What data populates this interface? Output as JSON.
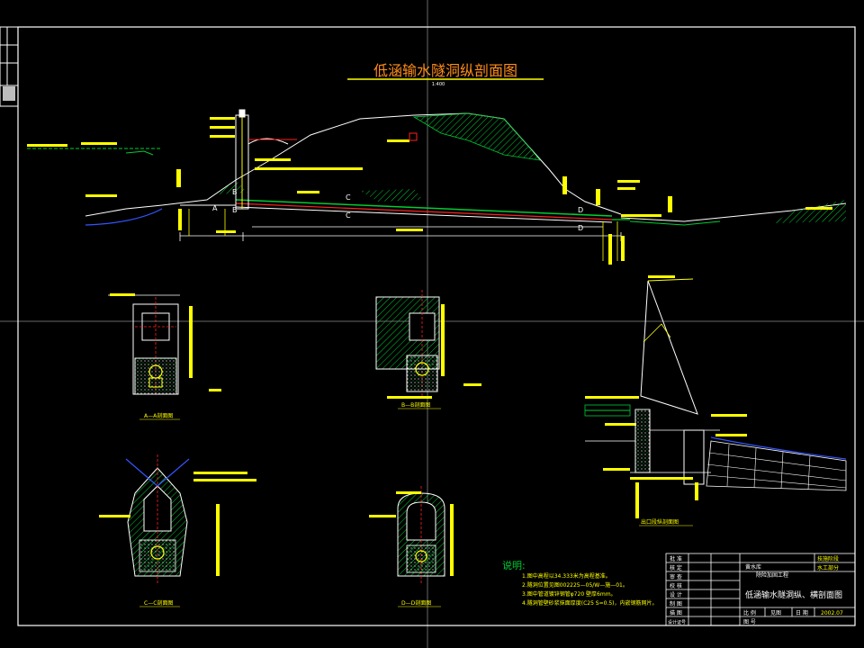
{
  "drawing": {
    "title": "低涵输水隧洞纵剖面图",
    "title_scale": "1:400",
    "colors": {
      "background": "#000000",
      "line": "#ffffff",
      "yellow": "#ffff00",
      "green": "#00cc33",
      "red": "#ff2020",
      "blue": "#3355ff",
      "cyan": "#00c8c8",
      "title": "#ff8c1a"
    }
  },
  "profile": {
    "labels": {
      "section_a": "A",
      "section_b": "B",
      "section_c": "C",
      "section_d": "D"
    }
  },
  "sections": {
    "s1": {
      "caption": "A—A剖面图"
    },
    "s2": {
      "caption": "B—B剖面图"
    },
    "s3": {
      "caption": "C—C剖面图"
    },
    "s4": {
      "caption": "D—D剖面图"
    },
    "outlet": {
      "caption": "出口段纵剖面图"
    }
  },
  "notes": {
    "heading": "说明:",
    "items": [
      "1.图中高程以34.333米为高程基准。",
      "2.隧洞位置见图002225—05/W—施—01。",
      "3.图中管道镀锌钢管φ720 壁厚6mm。",
      "4.隧洞管壁砂浆抹面厚度(C25 S=0.5)，内嵌钢筋网片。"
    ]
  },
  "title_block": {
    "left_rows": [
      "批 准",
      "核 定",
      "审 查",
      "校 核",
      "设 计",
      "制 图",
      "描 图",
      "设计证号"
    ],
    "org_1": "黄水库",
    "org_2": "除险加固工程",
    "stage_1": "技施阶段",
    "stage_2": "水工部分",
    "drawing_name": "低涵输水隧洞纵、横剖面图",
    "ratio_label": "比 例",
    "ratio_value": "见图",
    "date_label": "日 期",
    "date_value": "2002.07",
    "number_label": "图 号"
  }
}
